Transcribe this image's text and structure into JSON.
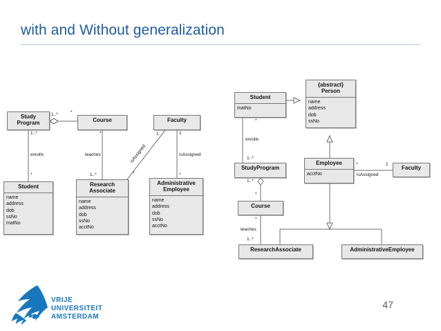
{
  "slide": {
    "title": "with and Without generalization",
    "page_number": "47",
    "title_color": "#1f5c9e",
    "box_fill": "#e8e8e8",
    "box_stroke": "#777777",
    "logo": {
      "name": "vrije-universiteit-amsterdam-logo",
      "line1": "VRIJE",
      "line2": "UNIVERSITEIT",
      "line3": "AMSTERDAM",
      "color": "#1878be"
    }
  },
  "left_diagram": {
    "name": "uml-without-generalization",
    "classes": [
      {
        "id": "study-program",
        "name": "Study\nProgram",
        "name_lines": [
          "Study",
          "Program"
        ],
        "attributes": []
      },
      {
        "id": "course",
        "name": "Course",
        "name_lines": [
          "Course"
        ],
        "attributes": []
      },
      {
        "id": "faculty",
        "name": "Faculty",
        "name_lines": [
          "Faculty"
        ],
        "attributes": []
      },
      {
        "id": "student",
        "name": "Student",
        "name_lines": [
          "Student"
        ],
        "attributes": [
          "name",
          "address",
          "dob",
          "ssNo",
          "matNo"
        ]
      },
      {
        "id": "research-associate",
        "name": "Research Associate",
        "name_lines": [
          "Research",
          "Associate"
        ],
        "attributes": [
          "name",
          "address",
          "dob",
          "ssNo",
          "acctNo"
        ]
      },
      {
        "id": "administrative-employee",
        "name": "Administrative Employee",
        "name_lines": [
          "Administrative",
          "Employee"
        ],
        "attributes": [
          "name",
          "address",
          "dob",
          "ssNo",
          "acctNo"
        ]
      }
    ],
    "associations": [
      {
        "id": "studyprogram-course",
        "label": "",
        "end_a": "1..*",
        "end_b": "*",
        "type": "aggregation"
      },
      {
        "id": "studyprogram-student",
        "label": "enrolls",
        "end_a": "1..*",
        "end_b": "*",
        "type": "association"
      },
      {
        "id": "course-researchassociate",
        "label": "teaches",
        "end_a": "*",
        "end_b": "1..*",
        "type": "association"
      },
      {
        "id": "faculty-researchassociate",
        "label": "isAssigned",
        "end_a": "1",
        "end_b": "*",
        "type": "association"
      },
      {
        "id": "faculty-administrativeemployee",
        "label": "isAssigned",
        "end_a": "1",
        "end_b": "*",
        "type": "association"
      }
    ]
  },
  "right_diagram": {
    "name": "uml-with-generalization",
    "classes": [
      {
        "id": "person",
        "name": "Person",
        "stereotype": "{abstract}",
        "name_lines": [
          "{abstract}",
          "Person"
        ],
        "attributes": [
          "name",
          "address",
          "dob",
          "ssNo"
        ]
      },
      {
        "id": "student",
        "name": "Student",
        "name_lines": [
          "Student"
        ],
        "attributes": [
          "matNo"
        ]
      },
      {
        "id": "employee",
        "name": "Employee",
        "name_lines": [
          "Employee"
        ],
        "attributes": [
          "acctNo"
        ]
      },
      {
        "id": "studyprogram",
        "name": "StudyProgram",
        "name_lines": [
          "StudyProgram"
        ],
        "attributes": []
      },
      {
        "id": "course",
        "name": "Course",
        "name_lines": [
          "Course"
        ],
        "attributes": []
      },
      {
        "id": "faculty",
        "name": "Faculty",
        "name_lines": [
          "Faculty"
        ],
        "attributes": []
      },
      {
        "id": "research-associate",
        "name": "ResearchAssociate",
        "name_lines": [
          "ResearchAssociate"
        ],
        "attributes": []
      },
      {
        "id": "administrative-employee",
        "name": "AdministrativeEmployee",
        "name_lines": [
          "AdministrativeEmployee"
        ],
        "attributes": []
      }
    ],
    "generalizations": [
      {
        "id": "student-person",
        "from": "Student",
        "to": "Person"
      },
      {
        "id": "employee-person",
        "from": "Employee",
        "to": "Person"
      },
      {
        "id": "researchassociate-employee",
        "from": "ResearchAssociate",
        "to": "Employee"
      },
      {
        "id": "administrativeemployee-employee",
        "from": "AdministrativeEmployee",
        "to": "Employee"
      }
    ],
    "associations": [
      {
        "id": "student-studyprogram",
        "label": "enrolls",
        "end_a": "*",
        "end_b": "1..*",
        "type": "association"
      },
      {
        "id": "studyprogram-course",
        "label": "",
        "end_a": "1..*",
        "end_b": "*",
        "type": "aggregation"
      },
      {
        "id": "course-researchassociate",
        "label": "teaches",
        "end_a": "*",
        "end_b": "1..*",
        "type": "association"
      },
      {
        "id": "employee-faculty",
        "label": "isAssigned",
        "end_a": "*",
        "end_b": "1",
        "type": "association"
      }
    ]
  },
  "labels": {
    "mult_star": "*",
    "mult_one": "1",
    "mult_one_star": "1..*",
    "enrolls": "enrolls",
    "teaches": "teaches",
    "isAssigned": "isAssigned",
    "abstract": "{abstract}"
  }
}
